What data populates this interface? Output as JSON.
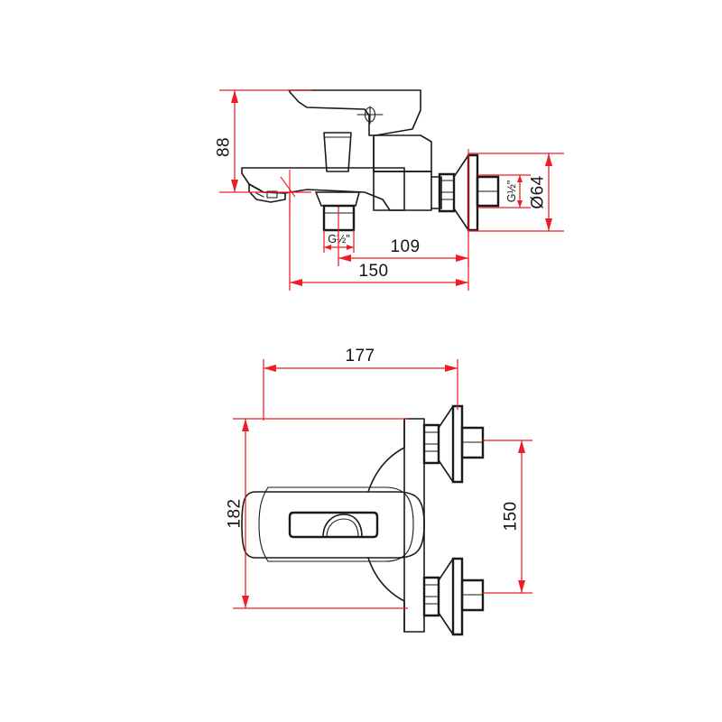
{
  "document": {
    "type": "technical-drawing",
    "subject": "Wall-mounted bath / shower mixer tap",
    "views": [
      "side-elevation",
      "front-elevation"
    ],
    "background_color": "#ffffff",
    "line_color": "#1a1a1a",
    "dimension_color": "#ee1c25",
    "units": "mm"
  },
  "top_view": {
    "name": "side-elevation",
    "dimensions": {
      "height_88": "88",
      "diameter_64": "Ø64",
      "thread_outlet": "G½\"",
      "thread_inlet": "G½\"",
      "depth_109": "109",
      "length_150": "150"
    }
  },
  "bottom_view": {
    "name": "front-elevation",
    "dimensions": {
      "width_177": "177",
      "height_182": "182",
      "centres_150": "150"
    }
  },
  "labels": {
    "d88": "88",
    "d64": "Ø64",
    "g_half_right": "G½\"",
    "g_half_bottom": "G½\"",
    "d109": "109",
    "d150_top": "150",
    "d177": "177",
    "d182": "182",
    "d150_bottom": "150"
  }
}
